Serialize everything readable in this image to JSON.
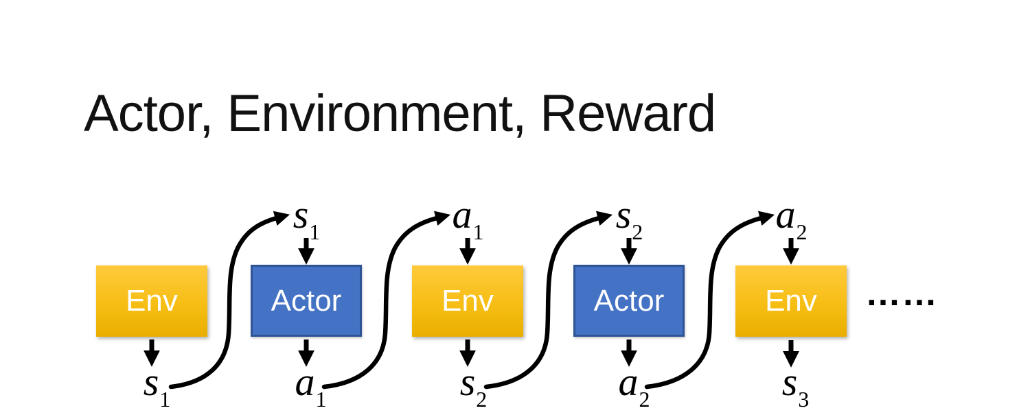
{
  "slide": {
    "title": "Actor, Environment, Reward",
    "ellipsis": "……"
  },
  "diagram": {
    "boxes": [
      {
        "type": "env",
        "label": "Env"
      },
      {
        "type": "actor",
        "label": "Actor"
      },
      {
        "type": "env",
        "label": "Env"
      },
      {
        "type": "actor",
        "label": "Actor"
      },
      {
        "type": "env",
        "label": "Env"
      }
    ],
    "top_labels": [
      {
        "base": "s",
        "sub": "1"
      },
      {
        "base": "a",
        "sub": "1"
      },
      {
        "base": "s",
        "sub": "2"
      },
      {
        "base": "a",
        "sub": "2"
      }
    ],
    "bottom_labels": [
      {
        "base": "s",
        "sub": "1"
      },
      {
        "base": "a",
        "sub": "1"
      },
      {
        "base": "s",
        "sub": "2"
      },
      {
        "base": "a",
        "sub": "2"
      },
      {
        "base": "s",
        "sub": "3"
      }
    ]
  },
  "colors": {
    "env_top": "#FFCA3C",
    "env_mid": "#F6BE14",
    "env_bottom": "#E9AE00",
    "actor_fill": "#4472C4",
    "actor_border": "#2F5496",
    "arrow": "#000000",
    "box_text": "#FFFFFF",
    "title_color": "#111111",
    "label_color": "#000000"
  }
}
